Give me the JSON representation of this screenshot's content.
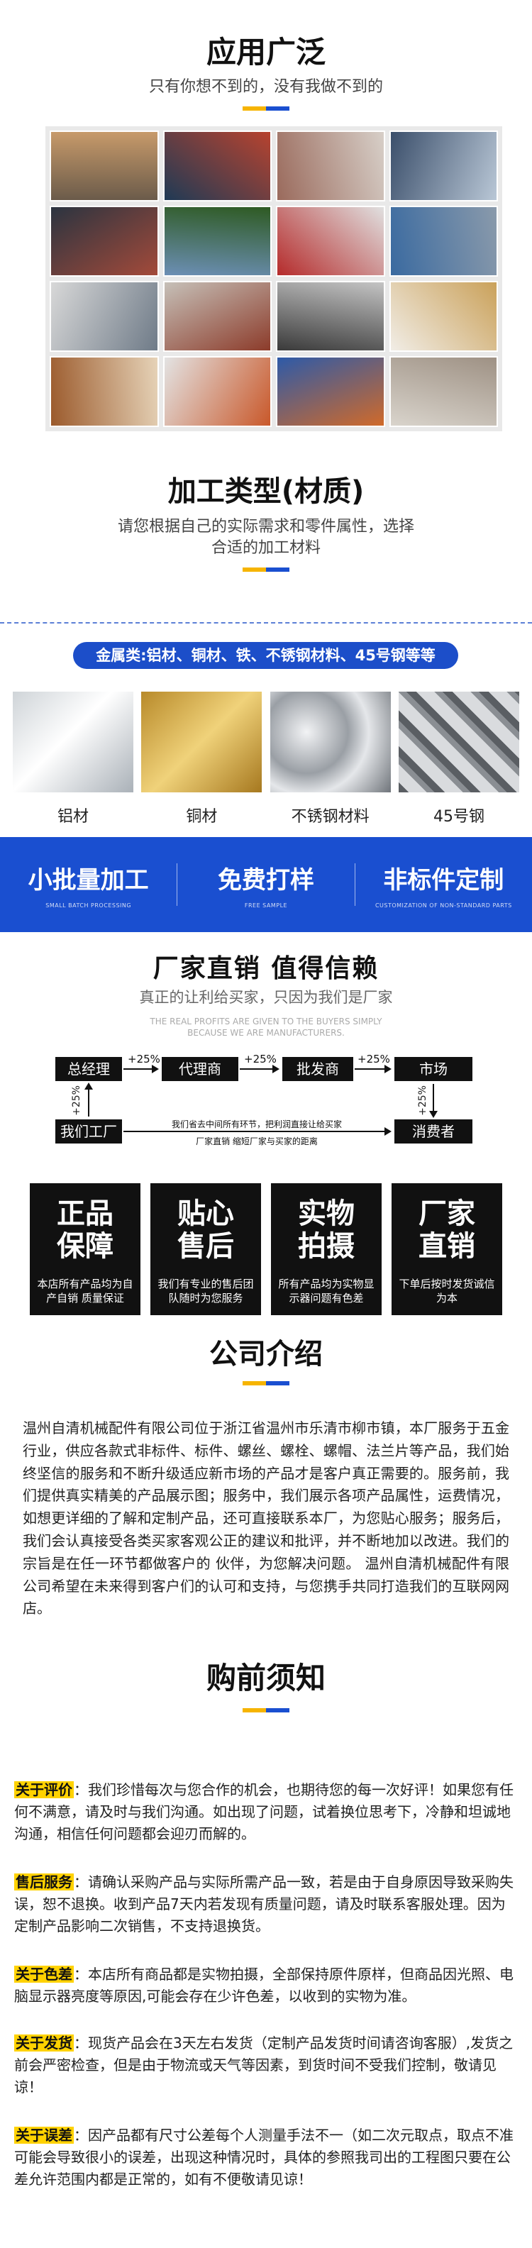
{
  "section_apps": {
    "title": "应用广泛",
    "subtitle": "只有你想不到的，没有我做不到的",
    "tiles": [
      {
        "icon": "railway-photo",
        "c1": "#6b5b4a",
        "c2": "#c79a6a"
      },
      {
        "icon": "car-assembly-photo",
        "c1": "#1f3a55",
        "c2": "#b8432f"
      },
      {
        "icon": "cranes-photo",
        "c1": "#9a6a5c",
        "c2": "#d7cfc8"
      },
      {
        "icon": "steel-structure-photo",
        "c1": "#3b4f6b",
        "c2": "#b9c7d6"
      },
      {
        "icon": "factory-floor-photo",
        "c1": "#2b3440",
        "c2": "#a34a3a"
      },
      {
        "icon": "wind-turbines-photo",
        "c1": "#6c8fb5",
        "c2": "#2e5a22"
      },
      {
        "icon": "workshop-photo",
        "c1": "#b52b2b",
        "c2": "#e0e0e0"
      },
      {
        "icon": "bridge-photo",
        "c1": "#3a6aa0",
        "c2": "#8a9aab"
      },
      {
        "icon": "office-photo",
        "c1": "#d8d8d8",
        "c2": "#6f7b88"
      },
      {
        "icon": "equipment-photo",
        "c1": "#c6c0b8",
        "c2": "#8c3b2a"
      },
      {
        "icon": "gym-photo",
        "c1": "#3a3a3a",
        "c2": "#c4c4c4"
      },
      {
        "icon": "chandelier-photo",
        "c1": "#f1ede6",
        "c2": "#caa15a"
      },
      {
        "icon": "windows-photo",
        "c1": "#9b5a2c",
        "c2": "#e6d3b8"
      },
      {
        "icon": "worker-photo",
        "c1": "#e3e3e3",
        "c2": "#c9582a"
      },
      {
        "icon": "warehouse-photo",
        "c1": "#2d5aa8",
        "c2": "#d06a2a"
      },
      {
        "icon": "lockers-photo",
        "c1": "#d9d4cc",
        "c2": "#9e9184"
      }
    ]
  },
  "section_material": {
    "title": "加工类型(材质)",
    "subtitle_line1": "请您根据自己的实际需求和零件属性，选择",
    "subtitle_line2": "合适的加工材料",
    "pill": "金属类:铝材、铜材、铁、不锈钢材料、45号钢等等",
    "items": [
      {
        "label": "铝材",
        "icon": "aluminum-profile-photo",
        "c1": "#cfd4d8",
        "c2": "#ffffff"
      },
      {
        "label": "铜材",
        "icon": "copper-bars-photo",
        "c1": "#b88a2a",
        "c2": "#f0d27a"
      },
      {
        "label": "不锈钢材料",
        "icon": "stainless-rods-photo",
        "c1": "#7d8288",
        "c2": "#e5e7ea"
      },
      {
        "label": "45号钢",
        "icon": "steel-tubes-photo",
        "c1": "#5a5e63",
        "c2": "#d9dbde"
      }
    ]
  },
  "banner": {
    "items": [
      {
        "title": "小批量加工",
        "sub": "SMALL BATCH PROCESSING"
      },
      {
        "title": "免费打样",
        "sub": "FREE SAMPLE"
      },
      {
        "title": "非标件定制",
        "sub": "CUSTOMIZATION OF NON-STANDARD PARTS"
      }
    ]
  },
  "section_factory": {
    "title": "厂家直销  值得信赖",
    "subtitle": "真正的让利给买家，只因为我们是厂家",
    "eng": "THE REAL PROFITS ARE GIVEN TO THE BUYERS SIMPLY BECAUSE WE ARE MANUFACTURERS.",
    "flow": {
      "box1": "总经理",
      "box2": "代理商",
      "box3": "批发商",
      "box4": "市场",
      "box5": "我们工厂",
      "box6": "消费者",
      "p1": "+25%",
      "p2": "+25%",
      "p3": "+25%",
      "pv_left": "+25%",
      "pv_right": "+25%",
      "note1": "我们省去中间所有环节，把利润直接让给买家",
      "note2": "厂家直销 缩短厂家与买家的距离"
    },
    "badges": [
      {
        "big1": "正品",
        "big2": "保障",
        "small": "本店所有产品均为自产自销 质量保证"
      },
      {
        "big1": "贴心",
        "big2": "售后",
        "small": "我们有专业的售后团队随时为您服务"
      },
      {
        "big1": "实物",
        "big2": "拍摄",
        "small": "所有产品均为实物显示器问题有色差"
      },
      {
        "big1": "厂家",
        "big2": "直销",
        "small": "下单后按时发货诚信为本"
      }
    ]
  },
  "section_company": {
    "title": "公司介绍",
    "text": "温州自清机械配件有限公司位于浙江省温州市乐清市柳市镇，本厂服务于五金行业，供应各款式非标件、标件、螺丝、螺栓、螺帽、法兰片等产品，我们始终坚信的服务和不断升级适应新市场的产品才是客户真正需要的。服务前，我们提供真实精美的产品展示图；服务中，我们展示各项产品属性，运费情况，如想更详细的了解和定制产品，还可直接联系本厂，为您贴心服务；服务后，我们会认真接受各类买家客观公正的建议和批评，并不断地加以改进。我们的宗旨是在任一环节都做客户的 伙伴，为您解决问题。 温州自清机械配件有限公司希望在未来得到客户们的认可和支持，与您携手共同打造我们的互联网网店。"
  },
  "section_notice": {
    "title": "购前须知",
    "items": [
      {
        "tag": "关于评价",
        "text": "：我们珍惜每次与您合作的机会，也期待您的每一次好评！如果您有任何不满意，请及时与我们沟通。如出现了问题，试着换位思考下，冷静和坦诚地沟通，相信任何问题都会迎刃而解的。"
      },
      {
        "tag": "售后服务",
        "text": "：请确认采购产品与实际所需产品一致，若是由于自身原因导致采购失误，恕不退换。收到产品7天内若发现有质量问题，请及时联系客服处理。因为定制产品影响二次销售，不支持退换货。"
      },
      {
        "tag": "关于色差",
        "text": "：本店所有商品都是实物拍摄，全部保持原件原样，但商品因光照、电脑显示器亮度等原因,可能会存在少许色差，以收到的实物为准。"
      },
      {
        "tag": "关于发货",
        "text": "：现货产品会在3天左右发货（定制产品发货时间请咨询客服）,发货之前会严密检查，但是由于物流或天气等因素，到货时间不受我们控制，敬请见谅！"
      },
      {
        "tag": "关于误差",
        "text": "：因产品都有尺寸公差每个人测量手法不一（如二次元取点，取点不准可能会导致很小的误差，出现这种情况时，具体的参照我司出的工程图只要在公差允许范围内都是正常的，如有不便敬请见谅！"
      }
    ]
  }
}
